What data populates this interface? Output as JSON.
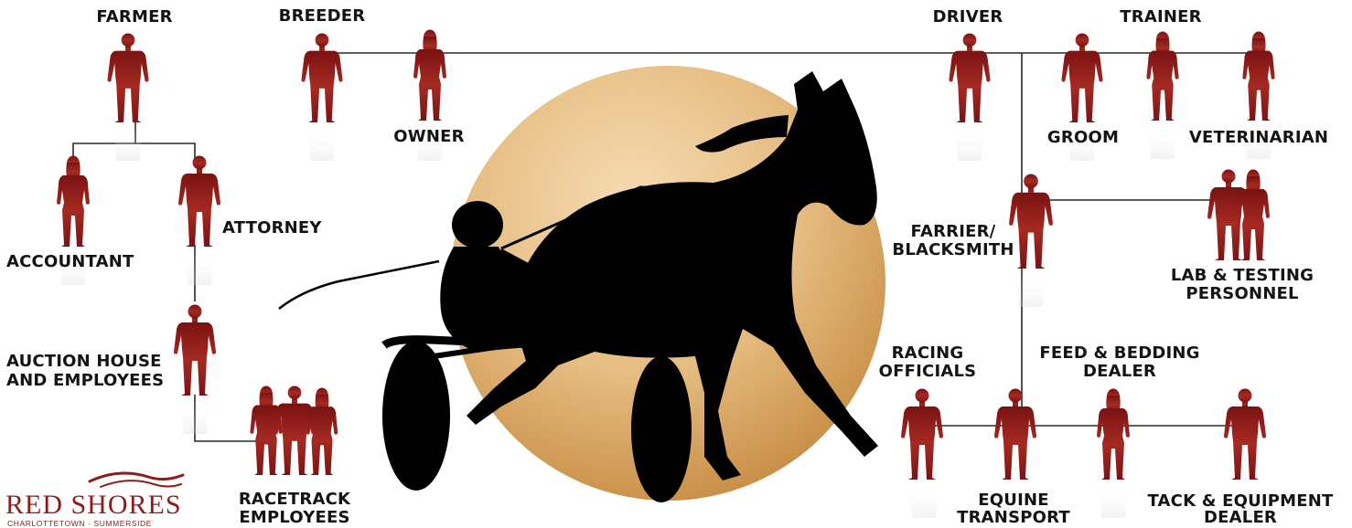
{
  "nodes": {
    "farmer": "FARMER",
    "breeder": "BREEDER",
    "owner": "OWNER",
    "driver": "DRIVER",
    "trainer": "TRAINER",
    "groom": "GROOM",
    "veterinarian": "VETERINARIAN",
    "attorney": "ATTORNEY",
    "accountant": "ACCOUNTANT",
    "auction_line1": "AUCTION HOUSE",
    "auction_line2": "AND EMPLOYEES",
    "racetrack_line1": "RACETRACK",
    "racetrack_line2": "EMPLOYEES",
    "farrier_line1": "FARRIER/",
    "farrier_line2": "BLACKSMITH",
    "lab_line1": "LAB & TESTING",
    "lab_line2": "PERSONNEL",
    "racing_line1": "RACING",
    "racing_line2": "OFFICIALS",
    "feed_line1": "FEED & BEDDING",
    "feed_line2": "DEALER",
    "equine_line1": "EQUINE",
    "equine_line2": "TRANSPORT",
    "tack_line1": "TACK & EQUIPMENT",
    "tack_line2": "DEALER"
  },
  "brand": {
    "name": "RED SHORES",
    "tagline": "CHARLOTTETOWN · SUMMERSIDE"
  },
  "icons": {
    "person": "person-silhouette-icon",
    "horse": "harness-racing-horse-icon"
  },
  "colors": {
    "figure": "#8e1c1c",
    "disc": "#e6bd82",
    "line": "#2a2a2a",
    "text": "#141414",
    "silhouette": "#000000"
  }
}
